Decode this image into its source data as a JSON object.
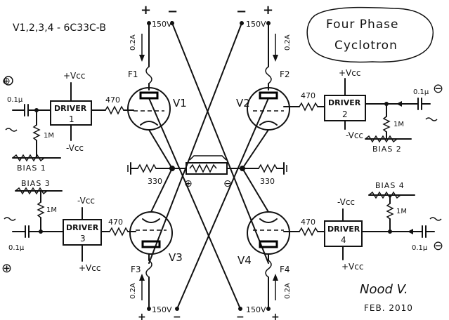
{
  "title_line1": "Four Phase",
  "title_line2": "Cyclotron",
  "tube_type": "V1,2,3,4 - 6C33C-B",
  "supply": {
    "v150_tl": "150V",
    "v150_tr": "150V",
    "v150_bl": "150V",
    "v150_br": "150V",
    "plus_tl": "+",
    "minus_tl": "−",
    "minus_tr": "−",
    "plus_tr": "+",
    "minus_bl": "−",
    "plus_bl": "+",
    "minus_br": "−",
    "plus_br": "+"
  },
  "fuses": {
    "f1": "F1",
    "f2": "F2",
    "f3": "F3",
    "f4": "F4",
    "rating1": "0.2A",
    "rating2": "0.2A",
    "rating3": "0.2A",
    "rating4": "0.2A"
  },
  "tubes": {
    "v1": "V1",
    "v2": "V2",
    "v3": "V3",
    "v4": "V4"
  },
  "drivers": {
    "d1_name": "DRIVER",
    "d1_num": "1",
    "d2_name": "DRIVER",
    "d2_num": "2",
    "d3_name": "DRIVER",
    "d3_num": "3",
    "d4_name": "DRIVER",
    "d4_num": "4"
  },
  "vcc": {
    "d1_top": "+Vcc",
    "d1_bot": "-Vcc",
    "d2_top": "+Vcc",
    "d2_bot": "-Vcc",
    "d3_top": "-Vcc",
    "d3_bot": "+Vcc",
    "d4_top": "-Vcc",
    "d4_bot": "+Vcc"
  },
  "resistors": {
    "r470_1": "470",
    "r470_2": "470",
    "r470_3": "470",
    "r470_4": "470",
    "r1m_1": "1M",
    "r1m_2": "1M",
    "r1m_3": "1M",
    "r1m_4": "1M",
    "r330_left": "330",
    "r330_right": "330"
  },
  "caps": {
    "c1": "0.1µ",
    "c2": "0.1µ",
    "c3": "0.1µ",
    "c4": "0.1µ"
  },
  "bias": {
    "b1": "BIAS 1",
    "b2": "BIAS 2",
    "b3": "BIAS 3",
    "b4": "BIAS 4"
  },
  "load": {
    "plus": "⊕",
    "minus": "⊖"
  },
  "inputs": {
    "in1_pol": "⊕",
    "in2_pol": "⊖",
    "in3_pol": "⊕",
    "in4_pol": "⊖"
  },
  "signature": "Nood V.",
  "date": "FEB. 2010"
}
